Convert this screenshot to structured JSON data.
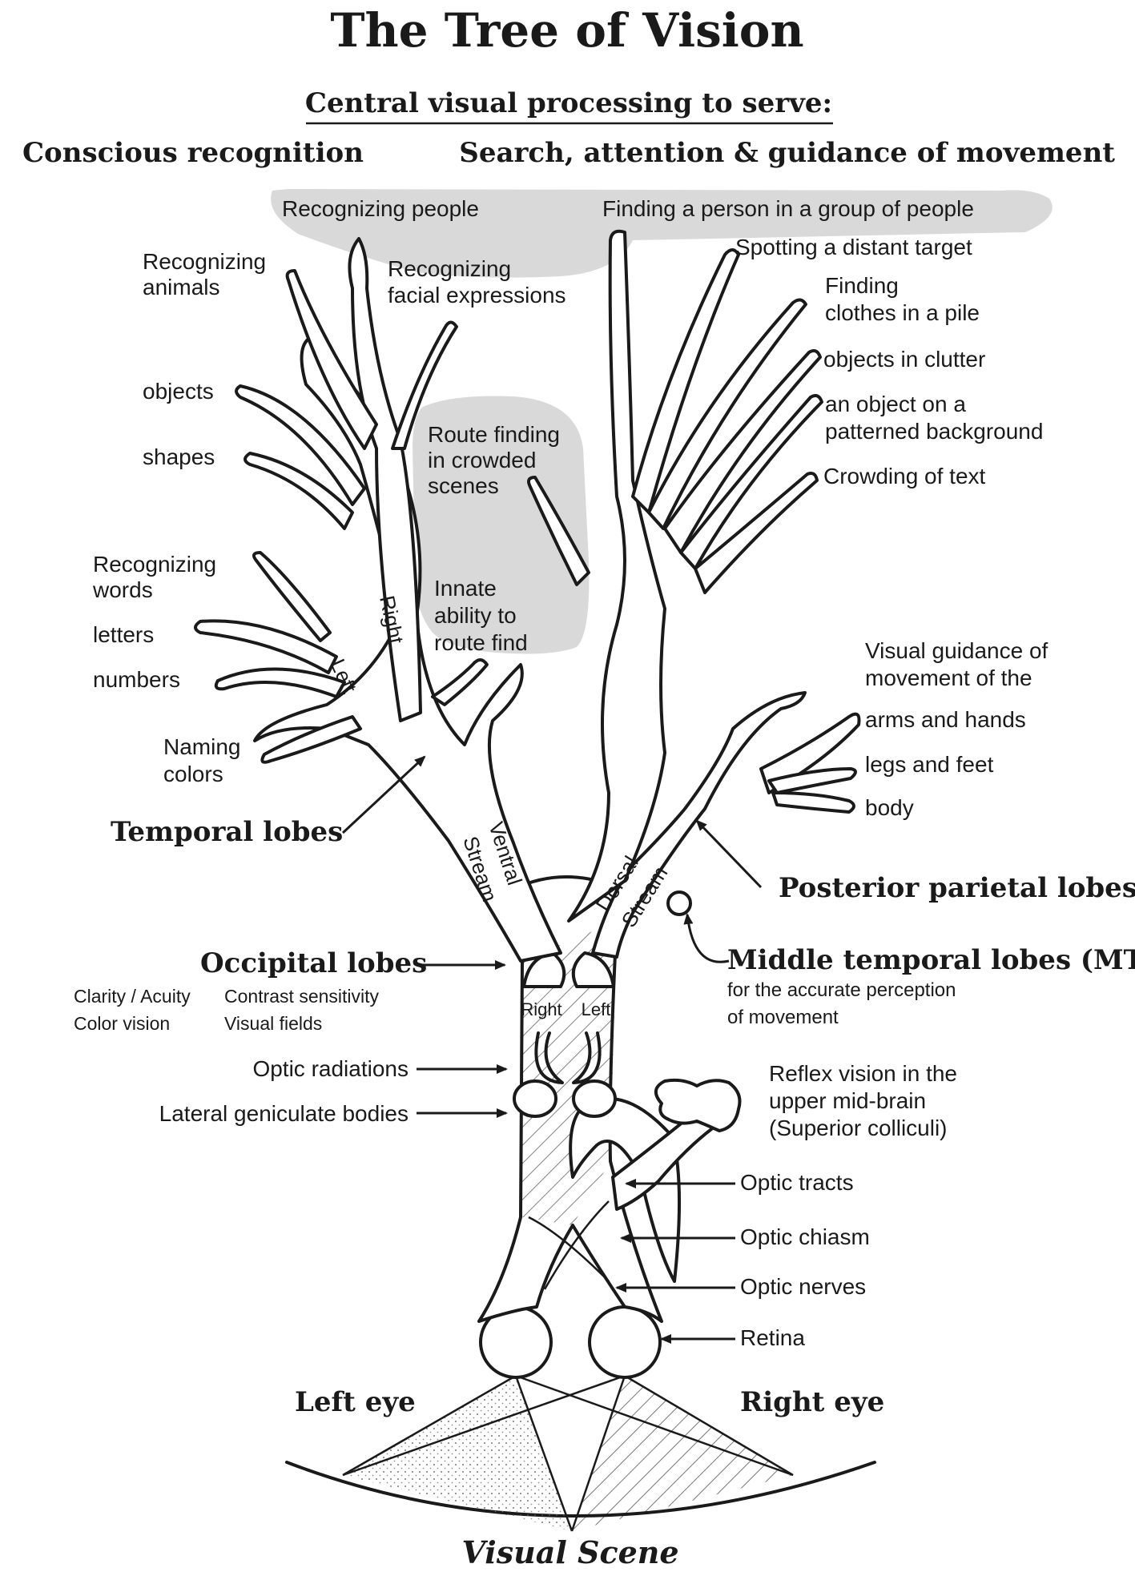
{
  "title": "The Tree of Vision",
  "subtitle": "Central visual processing to serve:",
  "left_heading": "Conscious recognition",
  "right_heading": "Search, attention & guidance of movement",
  "top_labels": {
    "recognizing_people": "Recognizing people",
    "finding_person": "Finding a person in a group of people",
    "facial_1": "Recognizing",
    "facial_2": "facial expressions"
  },
  "ventral_labels": {
    "animals_1": "Recognizing",
    "animals_2": "animals",
    "objects": "objects",
    "shapes": "shapes",
    "words_1": "Recognizing",
    "words_2": "words",
    "letters": "letters",
    "numbers": "numbers",
    "colors_1": "Naming",
    "colors_2": "colors",
    "branch_left": "Left",
    "branch_right": "Right"
  },
  "middle_labels": {
    "route_crowded_1": "Route finding",
    "route_crowded_2": "in crowded",
    "route_crowded_3": "scenes",
    "innate_1": "Innate",
    "innate_2": "ability to",
    "innate_3": "route find"
  },
  "dorsal_labels": {
    "spotting": "Spotting a distant target",
    "clothes_1": "Finding",
    "clothes_2": "clothes in a pile",
    "clutter": "objects in clutter",
    "patterned_1": "an object on a",
    "patterned_2": "patterned background",
    "crowding": "Crowding of text",
    "guidance_1": "Visual guidance of",
    "guidance_2": "movement of the",
    "arms": "arms and hands",
    "legs": "legs and feet",
    "body": "body"
  },
  "stream_labels": {
    "ventral_1": "Ventral",
    "ventral_2": "Stream",
    "dorsal_1": "Dorsal",
    "dorsal_2": "Stream"
  },
  "anatomy": {
    "temporal": "Temporal lobes",
    "parietal": "Posterior parietal lobes",
    "occipital": "Occipital lobes",
    "clarity": "Clarity / Acuity",
    "color_vision": "Color vision",
    "contrast": "Contrast sensitivity",
    "visual_fields": "Visual fields",
    "mt": "Middle temporal lobes (MT)",
    "mt_note_1": "for the accurate perception",
    "mt_note_2": "of movement",
    "occ_right": "Right",
    "occ_left": "Left",
    "optic_radiations": "Optic radiations",
    "lgb": "Lateral geniculate bodies",
    "reflex_1": "Reflex vision in the",
    "reflex_2": "upper mid-brain",
    "reflex_3": "(Superior colliculi)",
    "optic_tracts": "Optic tracts",
    "optic_chiasm": "Optic chiasm",
    "optic_nerves": "Optic nerves",
    "retina": "Retina",
    "left_eye": "Left eye",
    "right_eye": "Right eye",
    "visual_scene": "Visual Scene"
  },
  "colors": {
    "ink": "#1a1a1a",
    "highlight": "#d9d9d9",
    "background": "#ffffff"
  }
}
